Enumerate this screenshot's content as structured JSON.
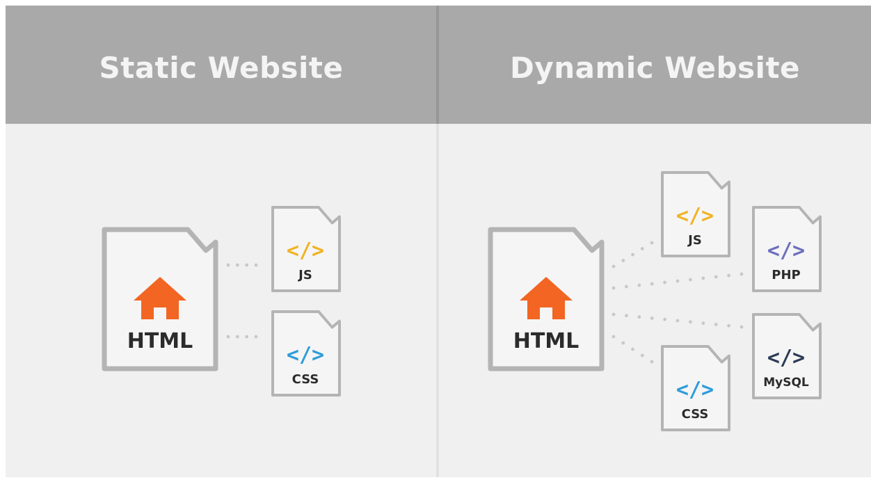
{
  "left_panel": {
    "title": "Static Website",
    "main_file": {
      "label": "HTML",
      "icon": "home-icon",
      "icon_color": "#f26522"
    },
    "files": [
      {
        "id": "js",
        "label": "JS",
        "glyph": "</>",
        "color": "#f0b323"
      },
      {
        "id": "css",
        "label": "CSS",
        "glyph": "</>",
        "color": "#2d9cdb"
      }
    ]
  },
  "right_panel": {
    "title": "Dynamic Website",
    "main_file": {
      "label": "HTML",
      "icon": "home-icon",
      "icon_color": "#f26522"
    },
    "files": [
      {
        "id": "js",
        "label": "JS",
        "glyph": "</>",
        "color": "#f0b323"
      },
      {
        "id": "php",
        "label": "PHP",
        "glyph": "</>",
        "color": "#6c6fbd"
      },
      {
        "id": "mysql",
        "label": "MySQL",
        "glyph": "</>",
        "color": "#2b3a55"
      },
      {
        "id": "css",
        "label": "CSS",
        "glyph": "</>",
        "color": "#2d9cdb"
      }
    ]
  },
  "colors": {
    "header": "#a9a9a9",
    "panel": "#f0f0f0",
    "file_outline": "#b4b4b4",
    "connector_dots": "#c8c8c8",
    "title_text": "#f4f4f4",
    "label_text": "#2b2b2b"
  }
}
